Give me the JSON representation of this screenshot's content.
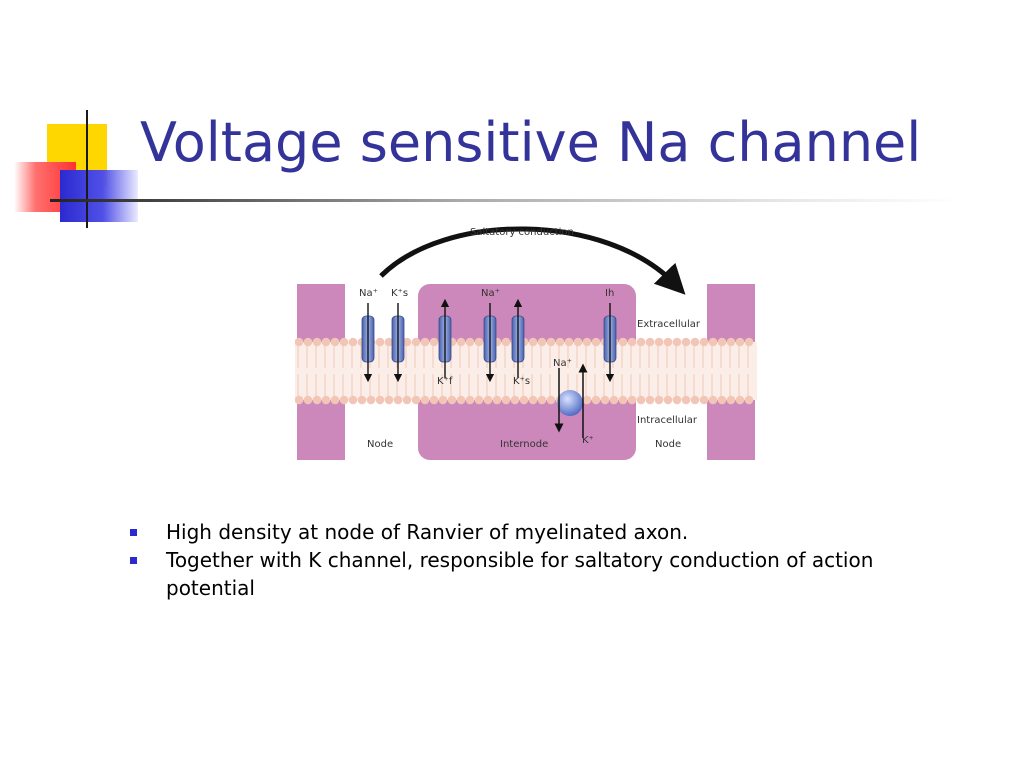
{
  "slide": {
    "title": "Voltage sensitive Na channel",
    "bullets": [
      {
        "text": "High density at node of Ranvier of myelinated axon."
      },
      {
        "text": "Together with K channel, responsible for saltatory conduction of action potential"
      }
    ]
  },
  "figure": {
    "arrow_label": "Saltatory conduction",
    "channel_labels": {
      "na_left": "Na⁺",
      "ks_left": "K⁺s",
      "na_mid": "Na⁺",
      "ih": "Ih",
      "kf": "K⁺f",
      "ks_mid": "K⁺s",
      "na_pump": "Na⁺",
      "k_pump": "K⁺"
    },
    "region_labels": {
      "extracellular": "Extracellular",
      "intracellular": "Intracellular",
      "node_left": "Node",
      "internode": "Internode",
      "node_right": "Node"
    }
  },
  "colors": {
    "title": "#333399",
    "bullet": "#2a2ad0",
    "myelin": "#cc88bb",
    "membrane": "#f2c6b6",
    "channel": "#6f86c9"
  }
}
